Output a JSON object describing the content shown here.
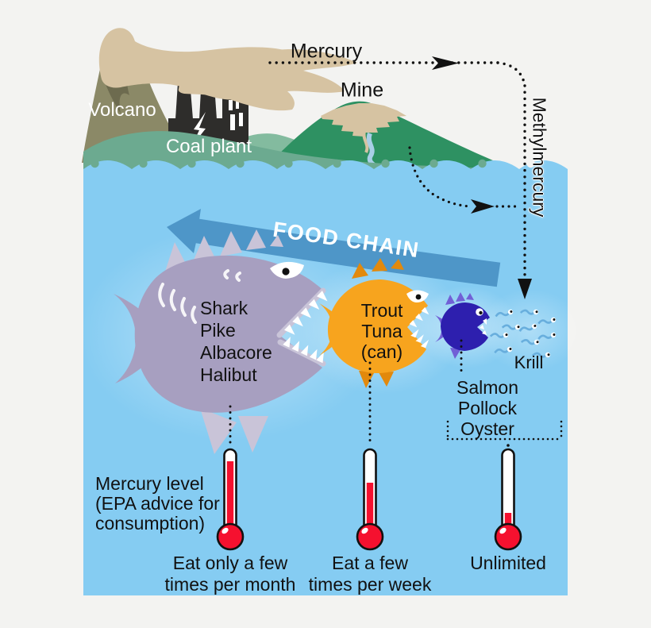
{
  "labels": {
    "volcano": "Volcano",
    "coal_plant": "Coal plant",
    "mine": "Mine",
    "mercury": "Mercury",
    "methylmercury": "Methylmercury",
    "food_chain": "FOOD CHAIN",
    "krill": "Krill"
  },
  "large_fish_species": [
    "Shark",
    "Pike",
    "Albacore",
    "Halibut"
  ],
  "medium_fish_species": [
    "Trout",
    "Tuna",
    "(can)"
  ],
  "small_fish_species": [
    "Salmon",
    "Pollock",
    "Oyster"
  ],
  "mercury_level_caption": [
    "Mercury level",
    "(EPA advice for",
    "consumption)"
  ],
  "thermometers": [
    {
      "advice": [
        "Eat only a few",
        "times per month"
      ],
      "fill_percent": 90
    },
    {
      "advice": [
        "Eat a few",
        "times per week"
      ],
      "fill_percent": 60
    },
    {
      "advice": [
        "Unlimited"
      ],
      "fill_percent": 13
    }
  ],
  "colors": {
    "background": "#f3f3f1",
    "water": "#85ccf2",
    "shoreline": "#6caa90",
    "mine_hill": "#2e9162",
    "pale_hill": "#83bb9f",
    "volcano": "#8b8967",
    "volcano_lava": "#6d6b4f",
    "smoke": "#d6c3a2",
    "coal_plant": "#2e2d2b",
    "food_chain_arrow": "#4e96c8",
    "large_fish": "#a79fc0",
    "large_fish_fins": "#c9c4d8",
    "medium_fish": "#f7a41e",
    "medium_fish_fins": "#e2890c",
    "small_fish": "#2d1fae",
    "small_fish_fins": "#7160d6",
    "krill": "#68aedd",
    "thermometer_fill": "#f5112f",
    "line": "#111111",
    "text_dark": "#111111",
    "text_light": "#ffffff"
  }
}
